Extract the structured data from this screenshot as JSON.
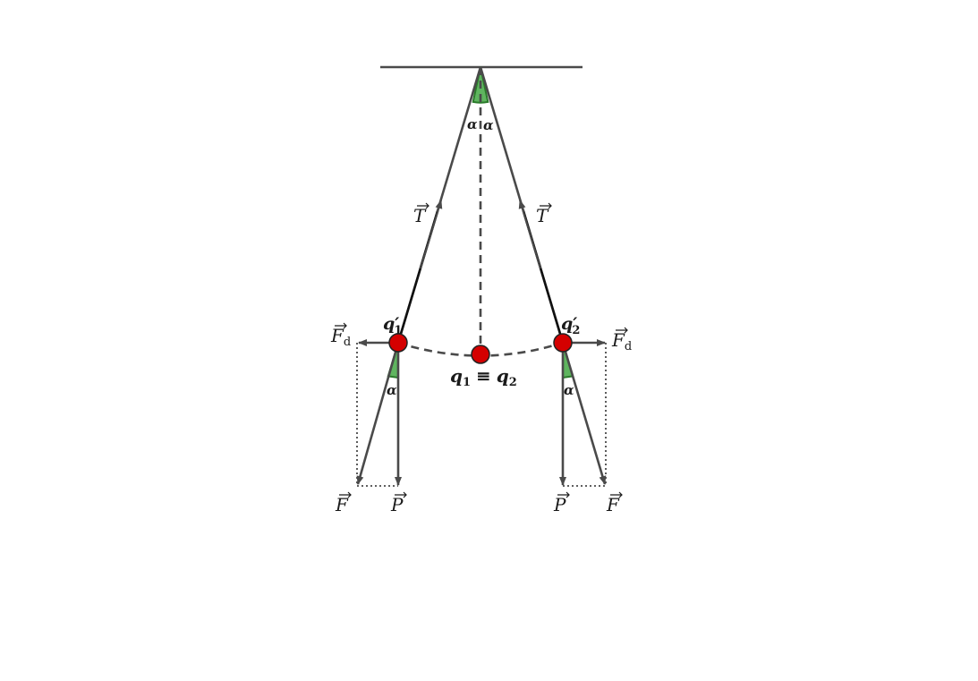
{
  "labels": {
    "tension": "T",
    "angle": "α",
    "force": "F",
    "weight": "P",
    "electric_force": "F",
    "electric_force_sub": "d",
    "charge_left": "q",
    "charge_left_sub": "1",
    "charge_right": "q",
    "charge_right_sub": "2",
    "prime": "′",
    "equivalence": {
      "q1": "q",
      "q1_sub": "1",
      "symbol": "≡",
      "q2": "q",
      "q2_sub": "2"
    }
  },
  "colors": {
    "line": "#4a4a4a",
    "thread": "#111111",
    "charge_fill": "#d40000",
    "charge_stroke": "#222222",
    "angle_fill": "#5fb55f",
    "angle_stroke": "#2a7a2a"
  }
}
